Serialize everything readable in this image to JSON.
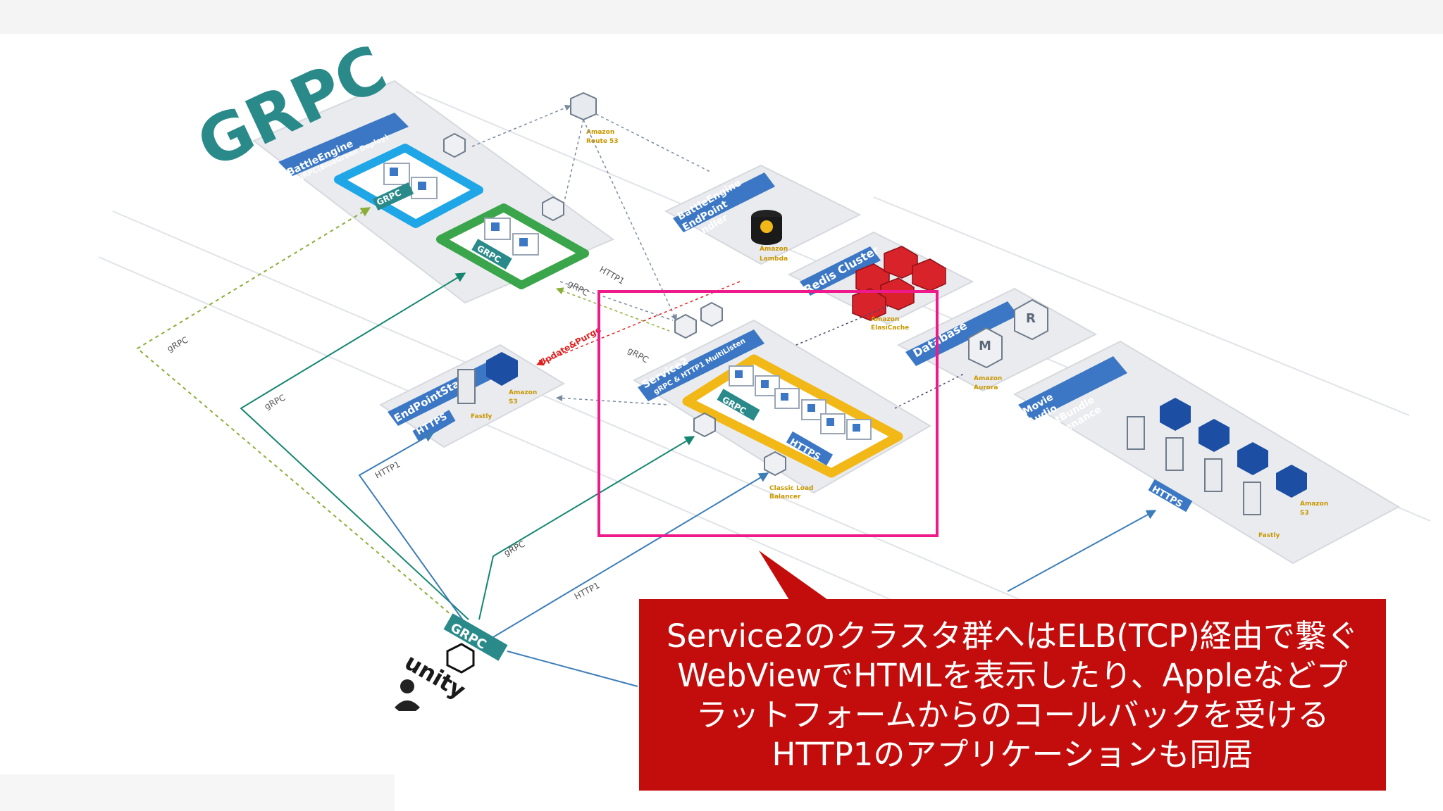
{
  "logo": {
    "text": "GRPC"
  },
  "panels": {
    "battle_engine": {
      "title": "BattleEngine",
      "subtitle": "gRPC(BlueGreen Deploy)"
    },
    "endpoint_handler": {
      "lines": [
        "BattleEngine",
        "EndPoint",
        "Handler"
      ]
    },
    "redis": {
      "title": "Redis Cluster"
    },
    "database": {
      "title": "Database"
    },
    "endpoint_state": {
      "title": "EndPointState",
      "badge": "HTTPS"
    },
    "service2": {
      "title": "Service2",
      "subtitle": "gRPC & HTTP1 MultiListen",
      "badge": "HTTPS"
    },
    "media": {
      "lines": [
        "Movie",
        "Audio",
        "AssetBundle",
        "Maintenance"
      ],
      "badge": "HTTPS"
    }
  },
  "aws": {
    "route53": [
      "Amazon",
      "Route 53"
    ],
    "lambda": [
      "Amazon",
      "Lambda"
    ],
    "elasticache": [
      "Amazon",
      "ElasiCache"
    ],
    "aurora": [
      "Amazon",
      "Aurora"
    ],
    "s3": [
      "Amazon",
      "S3"
    ],
    "fastly": "Fastly",
    "clb": [
      "Classic Load",
      "Balancer"
    ],
    "s3_right": [
      "Amazon",
      "S3"
    ],
    "fastly_right": "Fastly"
  },
  "db_letters": {
    "master": "M",
    "replica": "R"
  },
  "edge_labels": {
    "grpc_left_dashed": "gRPC",
    "grpc_left": "gRPC",
    "http1_endpoint": "HTTP1",
    "grpc_bottom": "gRPC",
    "http1_bottom": "HTTP1",
    "http1_top": "HTTP1",
    "grpc_top": "gRPC",
    "grpc_service": "gRPC",
    "update_purge": "Update&Purge"
  },
  "client": {
    "unity": "unity",
    "grpc_badge": "GRPC"
  },
  "callout": {
    "lines": [
      "Service2のクラスタ群へはELB(TCP)経由で繋ぐ",
      "WebViewでHTMLを表示したり、Appleなどプ",
      "ラットフォームからのコールバックを受ける",
      "HTTP1のアプリケーションも同居"
    ]
  },
  "colors": {
    "panel_blue": "#3b77c4",
    "blue_ring": "#1ea6e6",
    "green_ring": "#3aa54a",
    "yellow_ring": "#f2b818",
    "highlight_box": "#ee1a8c",
    "callout_bg": "#c30d0d",
    "teal": "#2a8a8a",
    "redis_red": "#d8232a"
  }
}
